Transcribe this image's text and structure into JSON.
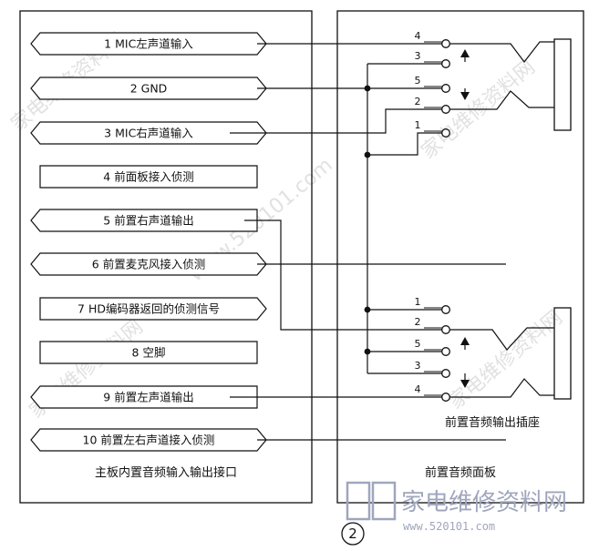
{
  "left_panel": {
    "caption": "主板内置音频输入输出接口",
    "signals": [
      {
        "label": "1 MIC左声道输入",
        "arrow": "double"
      },
      {
        "label": "2 GND",
        "arrow": "double"
      },
      {
        "label": "3 MIC右声道输入",
        "arrow": "double"
      },
      {
        "label": "4 前面板接入侦测",
        "arrow": "none"
      },
      {
        "label": "5 前置右声道输出",
        "arrow": "left"
      },
      {
        "label": "6 前置麦克风接入侦测",
        "arrow": "double"
      },
      {
        "label": "7 HD编码器返回的侦测信号",
        "arrow": "right"
      },
      {
        "label": "8 空脚",
        "arrow": "none"
      },
      {
        "label": "9 前置左声道输出",
        "arrow": "left"
      },
      {
        "label": "10 前置左右声道接入侦测",
        "arrow": "double"
      }
    ]
  },
  "right_panel": {
    "caption": "前置音频面板",
    "output_jack_caption": "前置音频输出插座",
    "mic_jack_pins": [
      "4",
      "3",
      "5",
      "2",
      "1"
    ],
    "out_jack_pins": [
      "1",
      "2",
      "5",
      "3",
      "4"
    ]
  },
  "figure_number": "2",
  "watermark": {
    "logo_text": "家电维修资料网",
    "url": "www.520101.com",
    "repeat_text": "家电维修资料网"
  }
}
